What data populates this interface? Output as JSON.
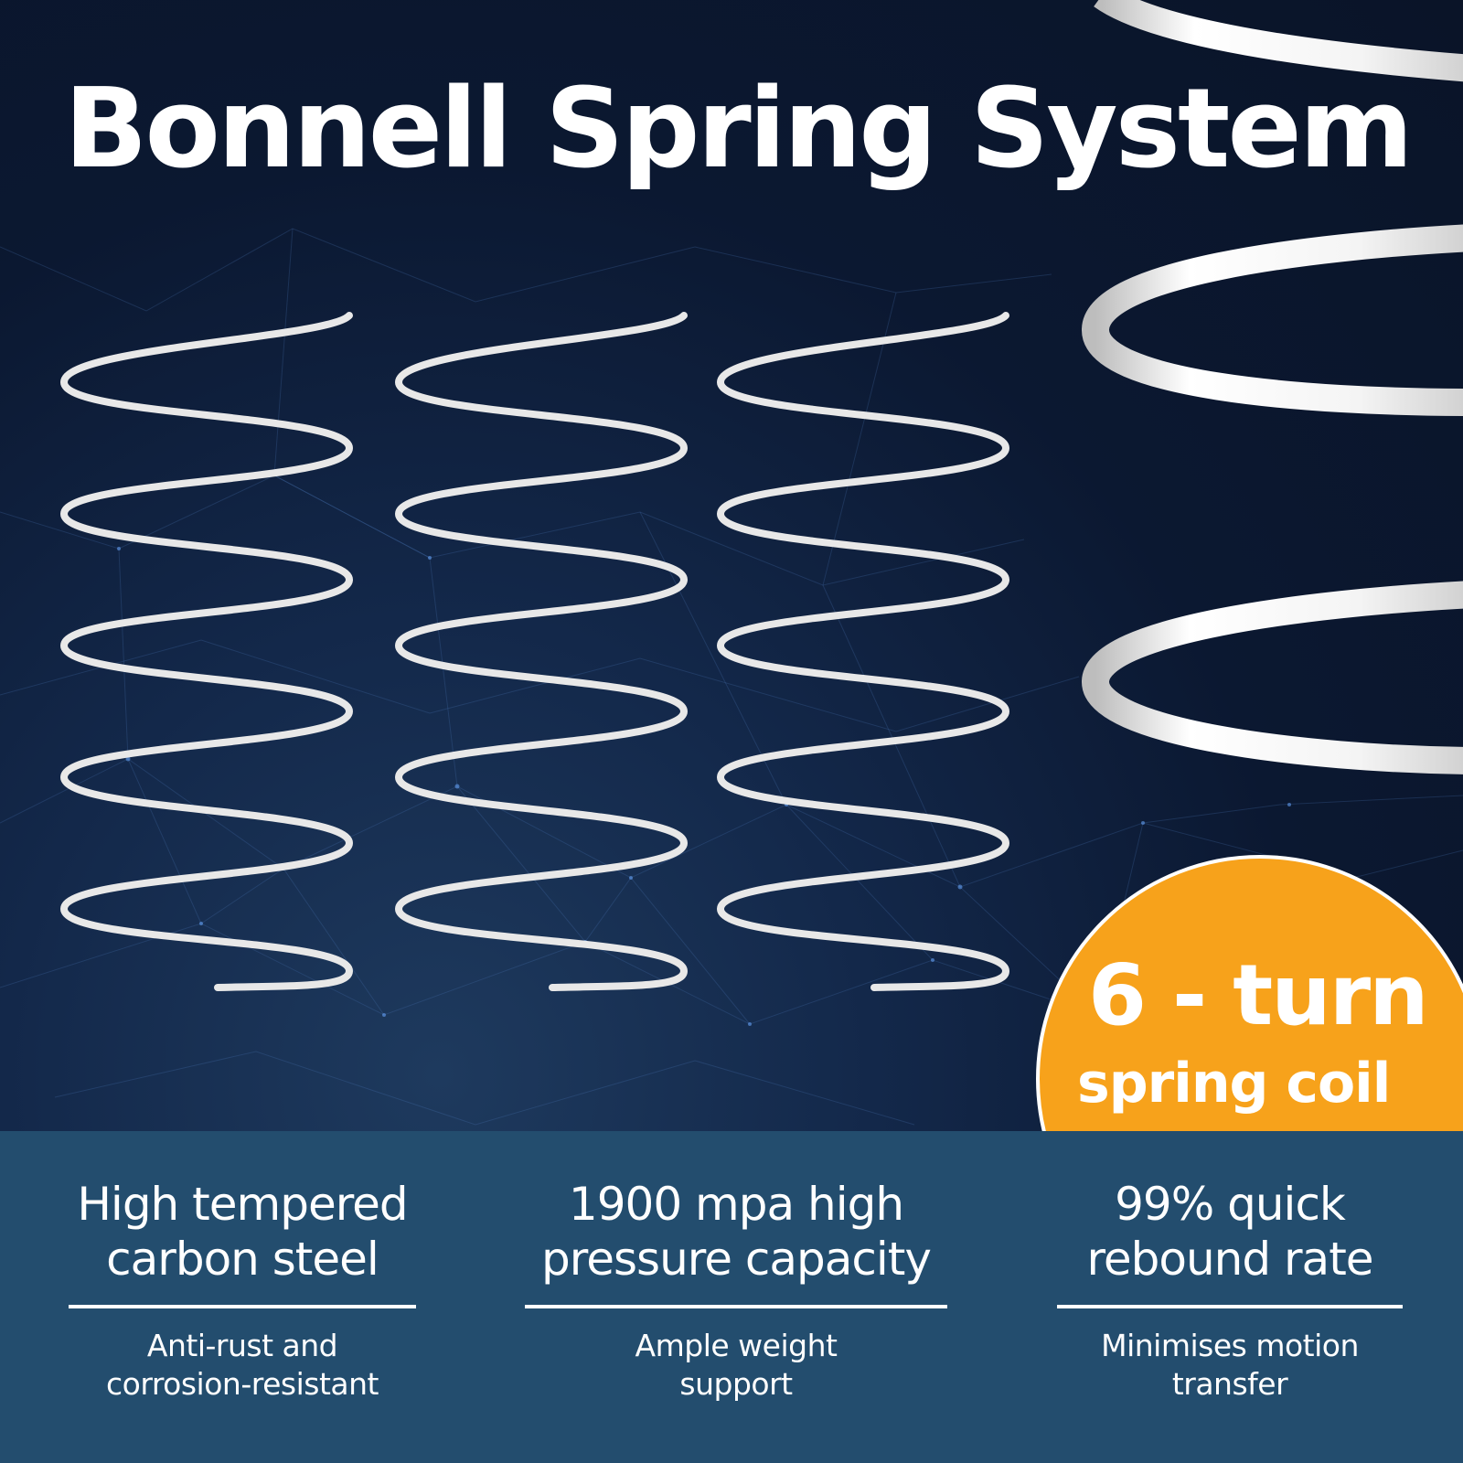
{
  "headline": "Bonnell Spring System",
  "badge": {
    "line1": "6 - turn",
    "line2": "spring coil",
    "color": "#f7a21b"
  },
  "features": [
    {
      "heading_line1": "High tempered",
      "heading_line2": "carbon steel",
      "subtext_line1": "Anti-rust and",
      "subtext_line2": "corrosion-resistant"
    },
    {
      "heading_line1": "1900 mpa high",
      "heading_line2": "pressure capacity",
      "subtext_line1": "Ample weight",
      "subtext_line2": "support"
    },
    {
      "heading_line1": "99% quick",
      "heading_line2": "rebound rate",
      "subtext_line1": "Minimises motion",
      "subtext_line2": "transfer"
    }
  ],
  "colors": {
    "background": "#0c1a30",
    "panel": "#234d6e",
    "text": "#ffffff"
  }
}
